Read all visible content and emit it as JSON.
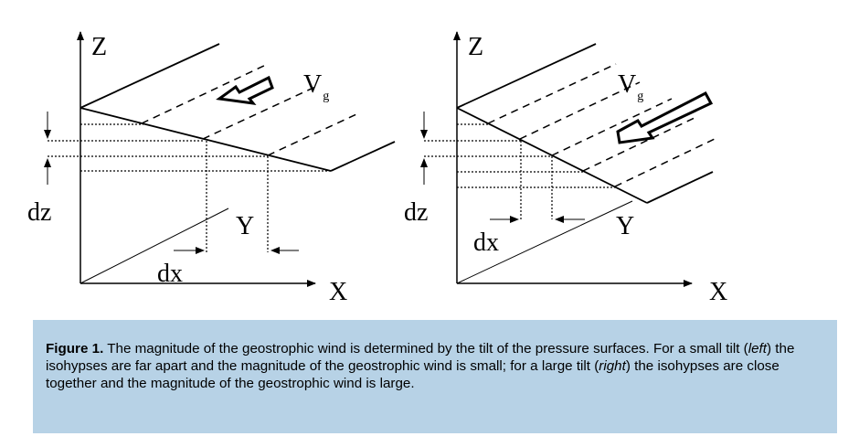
{
  "figure": {
    "left_panel": {
      "z_label": "Z",
      "x_label": "X",
      "y_label": "Y",
      "dz_label": "dz",
      "dx_label": "dx",
      "v_label": "V",
      "v_subscript": "g"
    },
    "right_panel": {
      "z_label": "Z",
      "x_label": "X",
      "y_label": "Y",
      "dz_label": "dz",
      "dx_label": "dx",
      "v_label": "V",
      "v_subscript": "g"
    }
  },
  "caption": {
    "label": "Figure 1.",
    "part1": " The magnitude of the geostrophic wind is determined by the tilt of the pressure surfaces. For a small tilt (",
    "left_word": "left",
    "part2": ") the isohypses are far apart and the magnitude of the geostrophic wind is small; for a large tilt (",
    "right_word": "right",
    "part3": ") the isohypses are close together and the magnitude of the geostrophic wind is large."
  }
}
